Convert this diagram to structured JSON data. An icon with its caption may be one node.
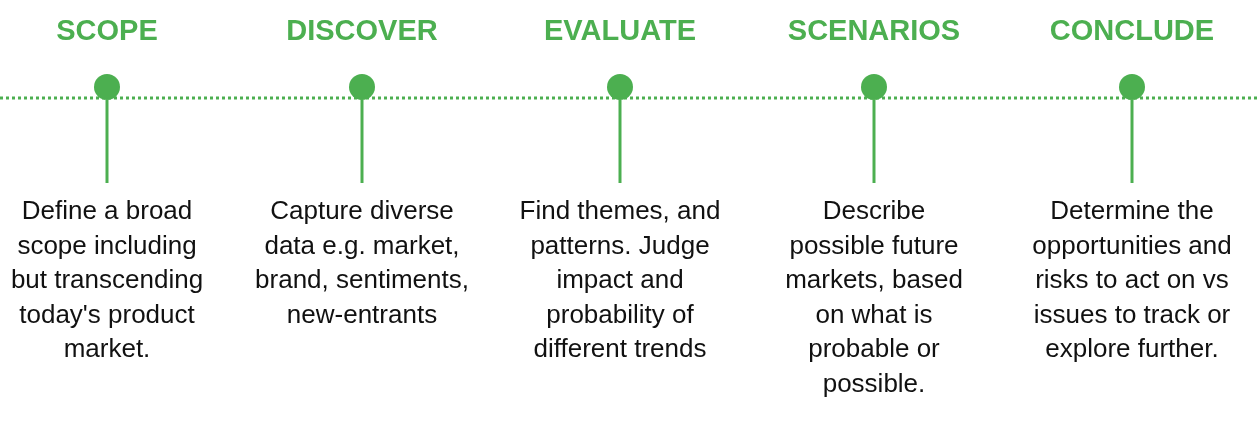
{
  "diagram": {
    "nodes": [
      {
        "text": [],
        "shape": "circle",
        "beside": [
          "SCOPE"
        ]
      },
      {
        "text": [
          "Define a broad scope including but transcending today's product market."
        ]
      },
      {
        "text": [],
        "shape": "circle",
        "beside": [
          "DISCOVER"
        ]
      },
      {
        "text": [
          "Capture diverse data e.g. market, brand, sentiments, new-entrants"
        ]
      },
      {
        "text": [],
        "shape": "circle",
        "beside": [
          "EVALUATE"
        ]
      },
      {
        "text": [
          "Find themes, and patterns. Judge impact and probability of different trends"
        ]
      },
      {
        "text": [],
        "shape": "circle",
        "beside": [
          "SCENARIOS"
        ]
      },
      {
        "text": [
          "Describe possible future markets, based on what is probable or possible."
        ]
      },
      {
        "text": [],
        "shape": "circle",
        "beside": [
          "CONCLUDE"
        ]
      },
      {
        "text": [
          "Determine the opportunities and risks to act on vs issues to track or explore further."
        ]
      }
    ],
    "edges": [
      {
        "from": 0,
        "to": 1,
        "arrow": "none"
      },
      {
        "from": 2,
        "to": 3,
        "arrow": "none"
      },
      {
        "from": 4,
        "to": 5,
        "arrow": "none"
      },
      {
        "from": 6,
        "to": 7,
        "arrow": "none"
      },
      {
        "from": 8,
        "to": 9,
        "arrow": "none"
      }
    ]
  }
}
